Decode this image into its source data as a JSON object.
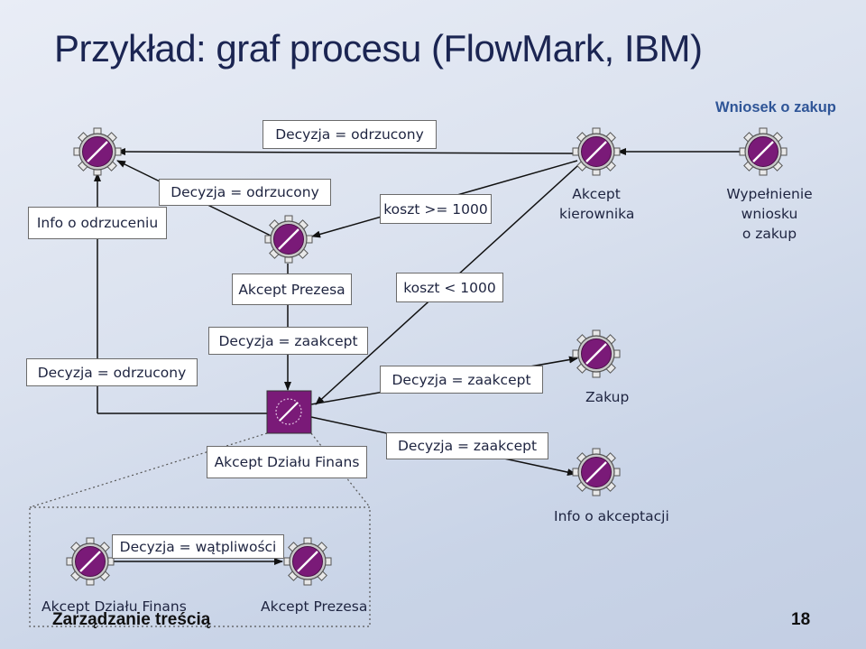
{
  "title": "Przykład: graf procesu (FlowMark, IBM)",
  "heading": "Wniosek o zakup",
  "nodes": {
    "info_odrzuceniu": "Info o odrzuceniu",
    "akcept_kierownika": [
      "Akcept",
      "kierownika"
    ],
    "wypelnienie": [
      "Wypełnienie",
      "wniosku",
      "o zakup"
    ],
    "akcept_prezesa": "Akcept Prezesa",
    "akcept_dzialu": "Akcept Działu Finans",
    "zakup": "Zakup",
    "info_akceptacji": "Info o akceptacji",
    "sub_akcept_dzialu": "Akcept Działu Finans",
    "sub_akcept_prezesa": "Akcept Prezesa"
  },
  "conditions": {
    "c1": "Decyzja = odrzucony",
    "c2": "Decyzja = odrzucony",
    "c3": "koszt >= 1000",
    "c4": "koszt < 1000",
    "c5": "Decyzja = zaakcept",
    "c6": "Decyzja = odrzucony",
    "c7": "Decyzja = zaakcept",
    "c8": "Decyzja = zaakcept",
    "c9": "Decyzja = wątpliwości"
  },
  "footer": "Zarządzanie treścią",
  "page_number": "18",
  "colors": {
    "node_fill": "#7a1a78",
    "node_rim": "#6a6a6a",
    "arrow": "#111111",
    "title": "#1b2552",
    "heading": "#2f5597"
  }
}
